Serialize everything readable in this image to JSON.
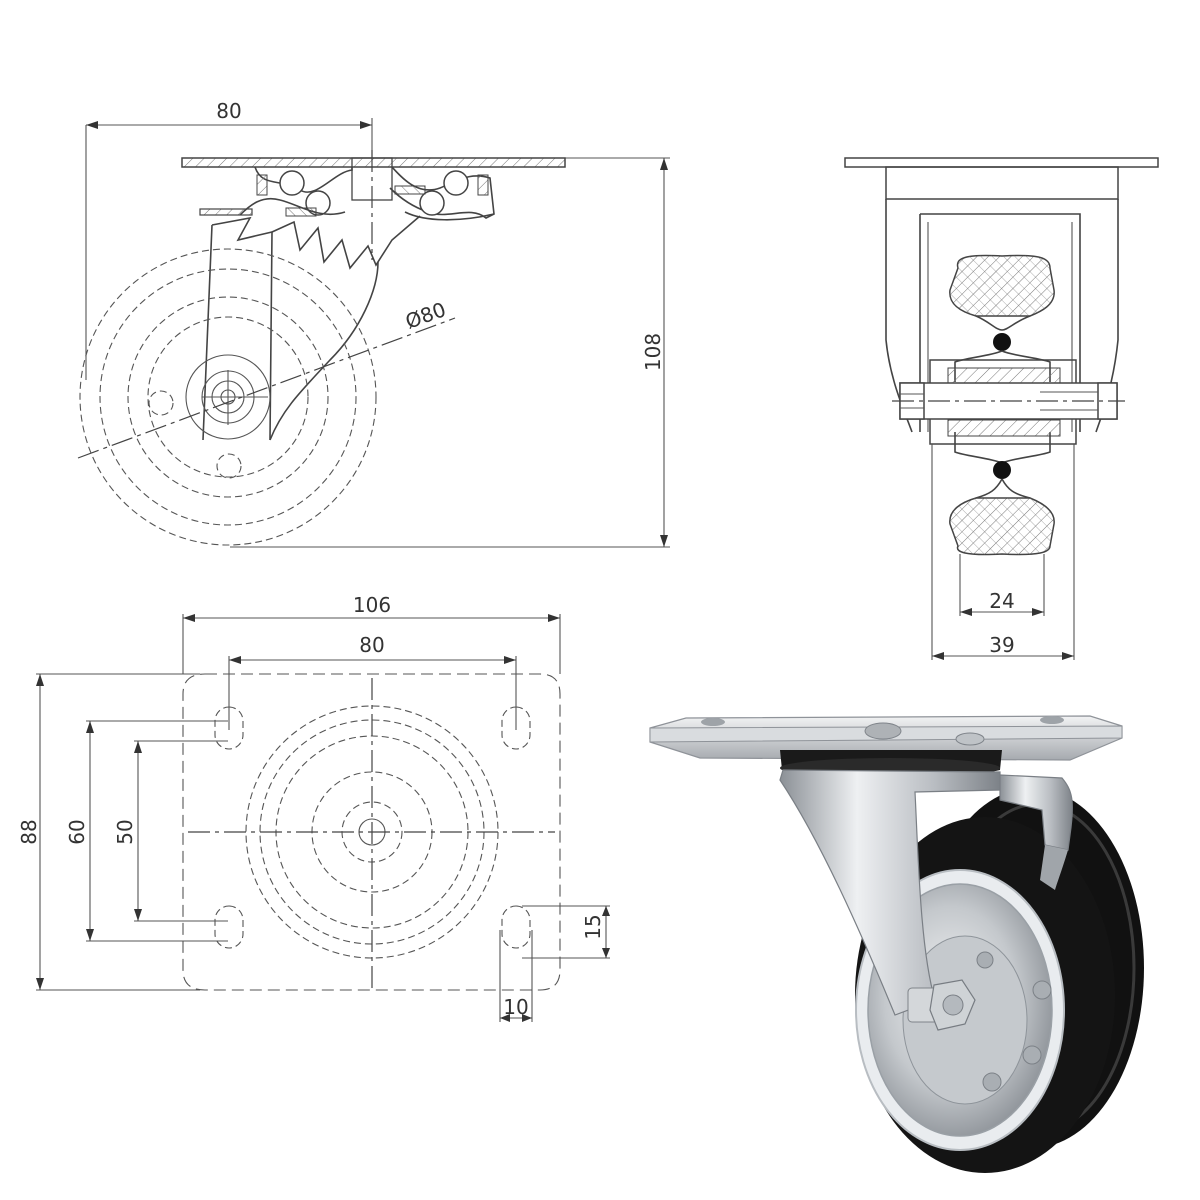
{
  "views": {
    "side": {
      "width_label": "80",
      "height_label": "108",
      "diameter_label": "Ø80"
    },
    "front": {
      "tread_label": "24",
      "outer_label": "39"
    },
    "top": {
      "plate_width_label": "106",
      "hole_spacing_x_label": "80",
      "plate_height_label": "88",
      "hole_spacing_y_label": "60",
      "inner_spacing_label": "50",
      "slot_length_label": "15",
      "slot_width_label": "10"
    }
  },
  "colors": {
    "line": "#444444",
    "wheel": "#111111",
    "metal": "#c9ccd0"
  }
}
